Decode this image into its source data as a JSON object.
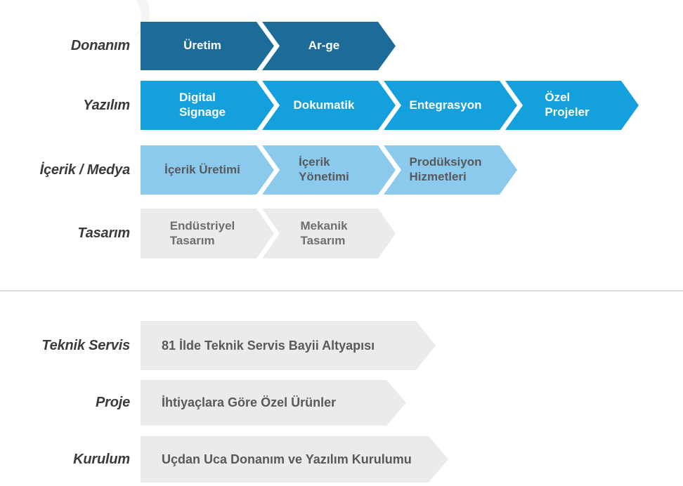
{
  "colors": {
    "dark_blue": "#1d6b98",
    "bright_blue": "#149fdd",
    "light_blue": "#8ccaed",
    "light_gray": "#ebebeb",
    "divider_gray": "#dcdcdc",
    "label_text": "#3b3b3b",
    "white_text": "#ffffff",
    "dark_gray_text": "#58595b",
    "mid_gray_text": "#6d6e70"
  },
  "top_section": {
    "rows": [
      {
        "label": "Donanım",
        "fill": "#1d6b98",
        "text_color": "#ffffff",
        "segments": {
          "0": "Üretim",
          "1": "Ar-ge"
        }
      },
      {
        "label": "Yazılım",
        "fill": "#149fdd",
        "text_color": "#ffffff",
        "segments": {
          "0": "Digital\nSignage",
          "1": "Dokumatik",
          "2": "Entegrasyon",
          "3": "Özel\nProjeler"
        }
      },
      {
        "label": "İçerik / Medya",
        "fill": "#8ccaed",
        "text_color": "#58595b",
        "segments": {
          "0": "İçerik Üretimi",
          "1": "İçerik\nYönetimi",
          "2": "Prodüksiyon\nHizmetleri"
        }
      },
      {
        "label": "Tasarım",
        "fill": "#ebebeb",
        "text_color": "#6d6e70",
        "segments": {
          "0": "Endüstriyel\nTasarım",
          "1": "Mekanik\nTasarım"
        }
      }
    ]
  },
  "bottom_section": {
    "arrow_fill": "#ebebeb",
    "text_color": "#58595b",
    "rows": [
      {
        "label": "Teknik Servis",
        "text": "81 İlde Teknik Servis Bayii Altyapısı"
      },
      {
        "label": "Proje",
        "text": "İhtiyaçlara Göre Özel Ürünler"
      },
      {
        "label": "Kurulum",
        "text": "Uçdan Uca Donanım ve Yazılım Kurulumu"
      }
    ]
  }
}
